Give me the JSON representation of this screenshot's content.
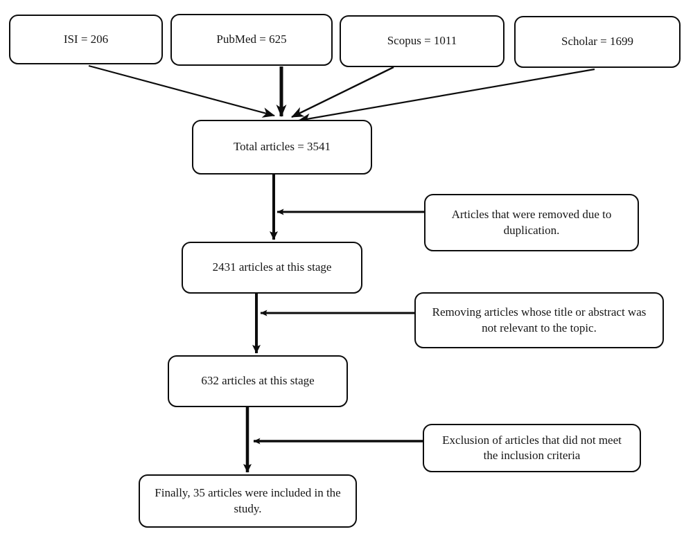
{
  "colors": {
    "ink": "#0c0c0c",
    "background": "#ffffff"
  },
  "sources": [
    {
      "id": "isi",
      "label": "ISI = 206"
    },
    {
      "id": "pubmed",
      "label": "PubMed = 625"
    },
    {
      "id": "scopus",
      "label": "Scopus = 1011"
    },
    {
      "id": "scholar",
      "label": "Scholar = 1699"
    }
  ],
  "flow": {
    "total": "Total articles = 3541",
    "stage_after_duplicates": "2431 articles at this stage",
    "stage_after_screening": "632 articles at this stage",
    "final": "Finally, 35 articles were included in the study."
  },
  "exclusions": {
    "duplication": "Articles that were removed due to duplication.",
    "relevance": "Removing articles whose title or abstract was not relevant to the topic.",
    "criteria": "Exclusion of articles that did not meet the inclusion criteria"
  }
}
